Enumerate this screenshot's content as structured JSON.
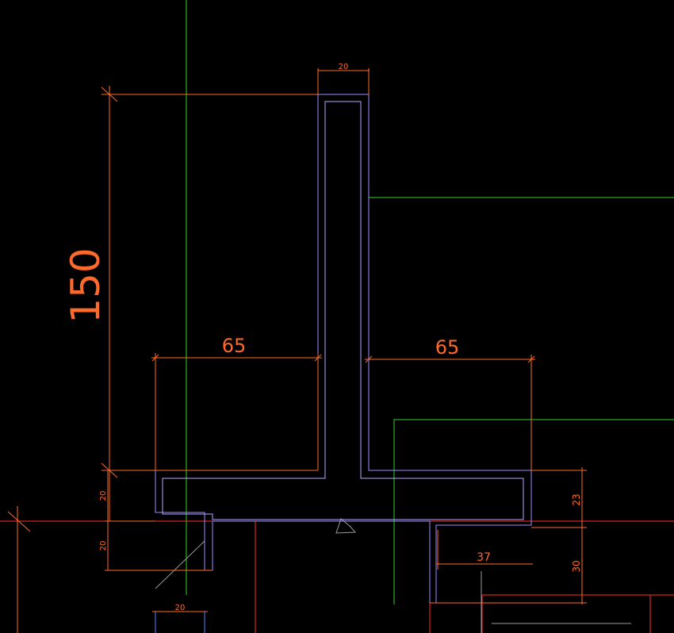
{
  "colors": {
    "background": "#000000",
    "dimension": "#ff6a2a",
    "outline_outer": "#9a8cff",
    "outline_inner": "#b7a9ff",
    "axis": "#2fcf2f",
    "wall": "#ff2a2a",
    "detail": "#4f88ff",
    "grey": "#9a9a9a"
  },
  "dimensions": {
    "top_width": "20",
    "overall_height": "150",
    "left_overhang": "65",
    "right_overhang": "65",
    "flange_thickness": "20",
    "lower_left_height": "20",
    "bottom_width": "20",
    "right_step_height": "23",
    "right_lower_height": "30",
    "right_inner_width": "37"
  }
}
